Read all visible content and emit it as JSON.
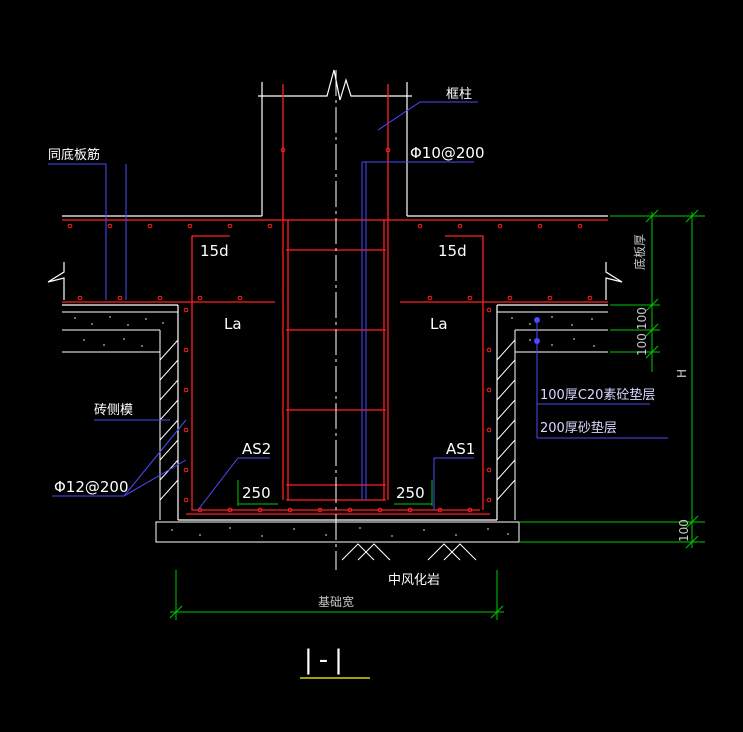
{
  "labels": {
    "frame_column": "框柱",
    "stirrup_spec": "Φ10@200",
    "slab_rebar": "同底板筋",
    "anchor_top_left": "15d",
    "anchor_top_right": "15d",
    "anchor_len_left": "La",
    "anchor_len_right": "La",
    "slab_thickness": "底板厚",
    "dim_100_top": "100",
    "dim_100_mid": "100",
    "dim_H": "H",
    "concrete_cushion": "100厚C20素砼垫层",
    "sand_cushion": "200厚砂垫层",
    "brick_formwork": "砖侧模",
    "side_rebar": "Φ12@200",
    "as2": "AS2",
    "as1": "AS1",
    "dim_250_left": "250",
    "dim_250_right": "250",
    "dim_100_bottom": "100",
    "weathered_rock": "中风化岩",
    "foundation_width": "基础宽",
    "section_mark": "|-|"
  },
  "colors": {
    "background": "#000000",
    "concrete_outline": "#ffffff",
    "rebar": "#ff2020",
    "dimension": "#00c800",
    "leader": "#4a4aff",
    "centerline": "#ffffff"
  }
}
